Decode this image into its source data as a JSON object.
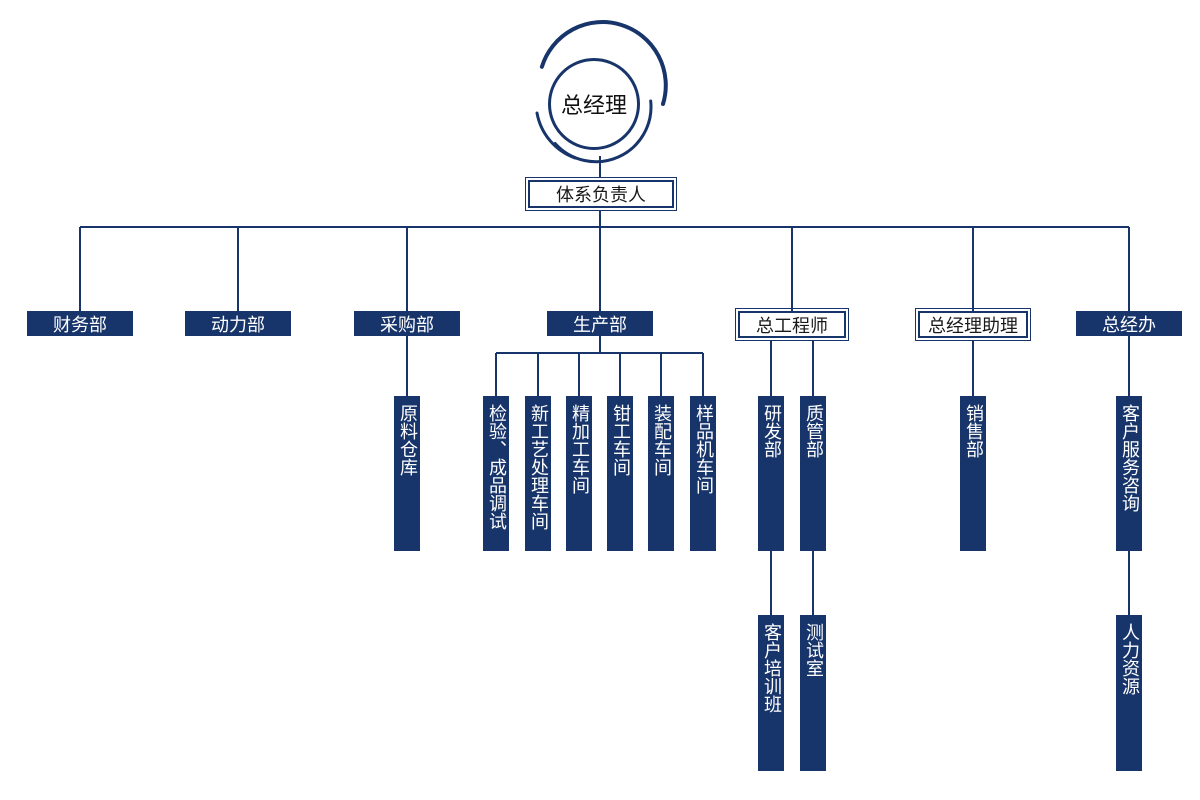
{
  "colors": {
    "navy": "#17356a",
    "line": "#17356a"
  },
  "root": {
    "label": "总经理"
  },
  "system": {
    "label": "体系负责人"
  },
  "departments": {
    "finance": "财务部",
    "power": "动力部",
    "purchase": "采购部",
    "production": "生产部",
    "chief_engineer": "总工程师",
    "gm_assistant": "总经理助理",
    "gm_office": "总经办"
  },
  "sub": {
    "warehouse": "原料仓库",
    "inspection_a": "检验、",
    "inspection_b": "成品调试",
    "craft_a": "新工艺",
    "craft_b": "处理车间",
    "finishing": "精加工车间",
    "fitter": "钳工车间",
    "assembly": "装配车间",
    "sample": "样品机车间",
    "rnd": "研发部",
    "qc": "质管部",
    "sales": "销售部",
    "customer_service": "客户服务咨询",
    "training": "客户培训班",
    "lab": "测试室",
    "hr": "人力资源"
  }
}
